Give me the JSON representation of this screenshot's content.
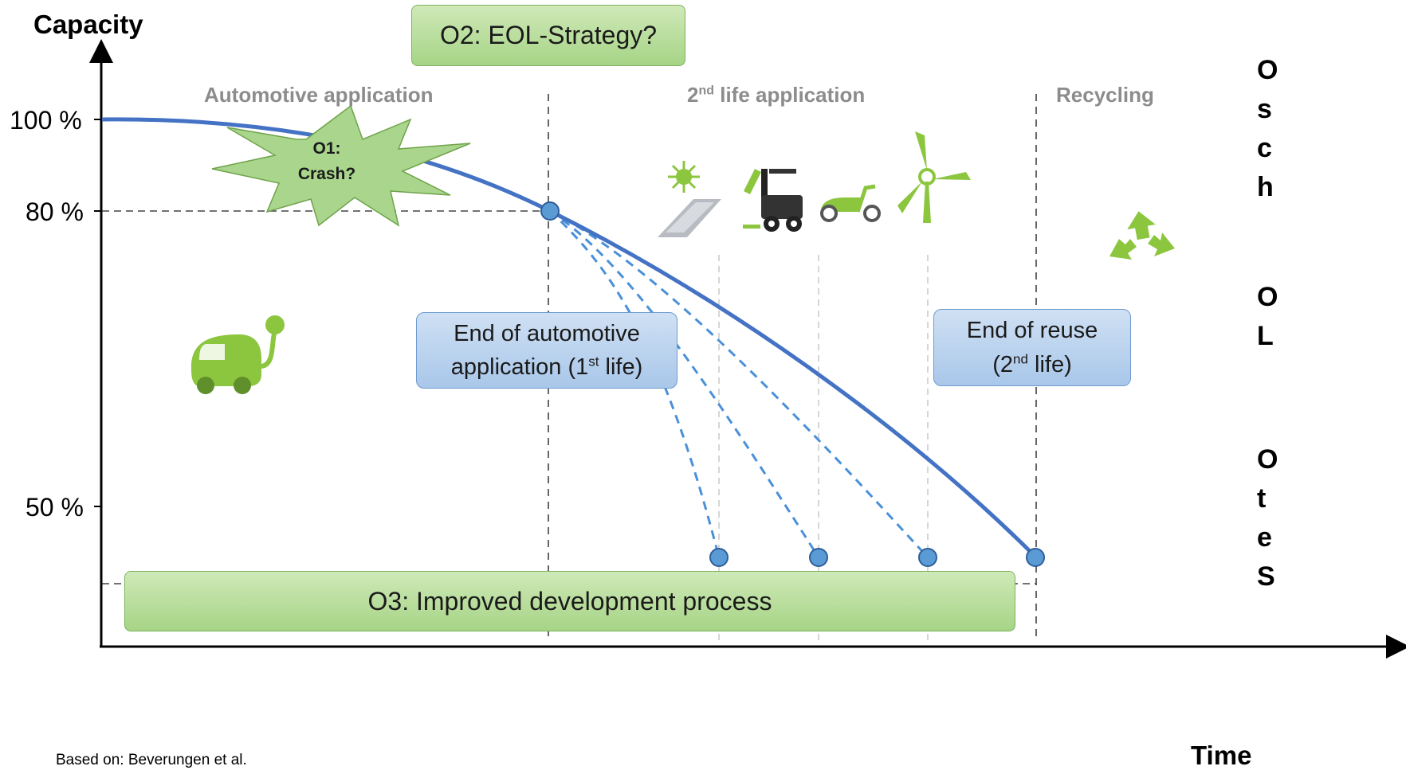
{
  "axes": {
    "y_title": "Capacity",
    "x_title": "Time",
    "y_ticks": [
      "100 %",
      "80 %",
      "50 %"
    ]
  },
  "phases": {
    "automotive": "Automotive application",
    "second_life_sup": "nd",
    "second_life_num": "2",
    "second_life_rest": " life application",
    "recycling": "Recycling"
  },
  "callouts": {
    "o1_line1": "O1:",
    "o1_line2": "Crash?",
    "o2": "O2: EOL-Strategy?",
    "o3": "O3: Improved development process",
    "end_auto_line1": "End of automotive",
    "end_auto_line2_pre": "application (1",
    "end_auto_line2_sup": "st",
    "end_auto_line2_post": " life)",
    "end_reuse_line1": "End of reuse",
    "end_reuse_line2_pre": "(2",
    "end_reuse_line2_sup": "nd",
    "end_reuse_line2_post": " life)"
  },
  "side_fragments": [
    [
      "O",
      "s",
      "c",
      "h"
    ],
    [
      "O",
      "L"
    ],
    [
      "O",
      "t",
      "e",
      "S"
    ]
  ],
  "source": "Based on: Beverungen et al.",
  "icons": [
    "electric-car-icon",
    "solar-panel-icon",
    "forklift-icon",
    "scooter-icon",
    "wind-turbine-icon",
    "recycling-icon"
  ],
  "colors": {
    "curve": "#4472c4",
    "branch": "#4a90d9",
    "marker": "#5b9bd5",
    "green": "#8cc63f",
    "phase_label": "#8c8c8c"
  }
}
